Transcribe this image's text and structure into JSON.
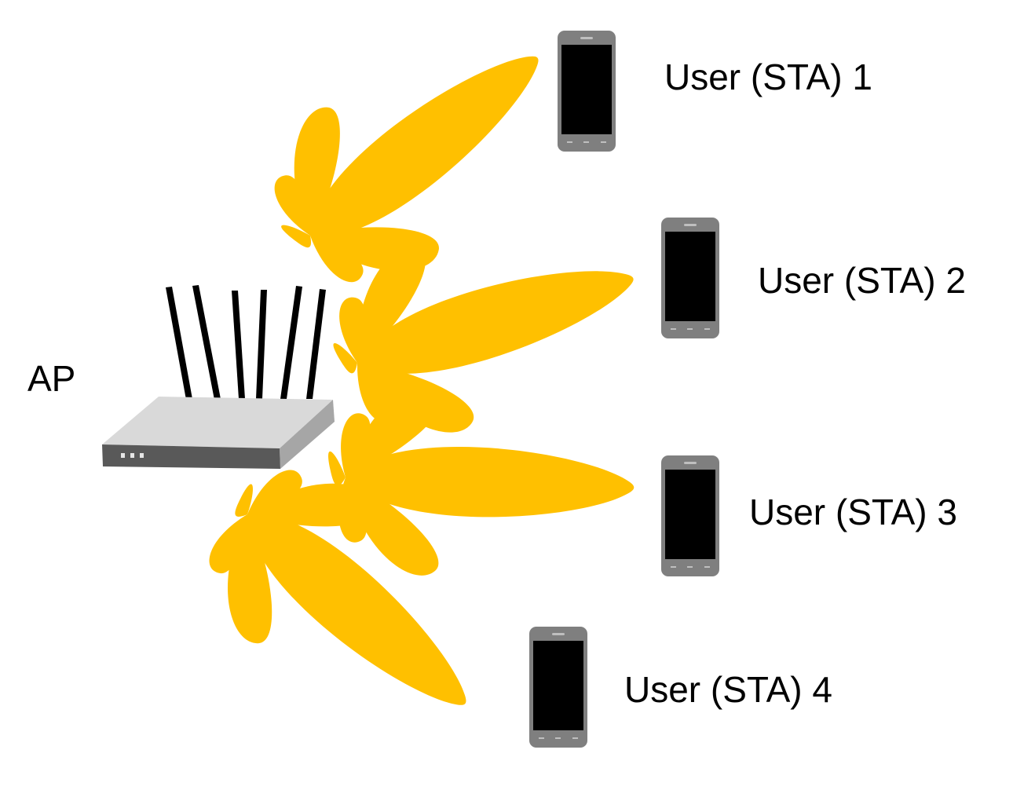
{
  "ap": {
    "label": "AP",
    "icon": "wifi-router-icon"
  },
  "stations": [
    {
      "label": "User (STA) 1",
      "icon": "smartphone-icon"
    },
    {
      "label": "User (STA) 2",
      "icon": "smartphone-icon"
    },
    {
      "label": "User (STA) 3",
      "icon": "smartphone-icon"
    },
    {
      "label": "User (STA) 4",
      "icon": "smartphone-icon"
    }
  ],
  "beams": {
    "count": 4,
    "icon": "radiation-pattern-icon",
    "color": "#FFC000"
  },
  "colors": {
    "beam": "#FFC000",
    "phone_body": "#7f7f7f",
    "phone_screen": "#000000",
    "router_top": "#d9d9d9",
    "router_front": "#595959",
    "router_side": "#a6a6a6",
    "antenna": "#000000"
  }
}
